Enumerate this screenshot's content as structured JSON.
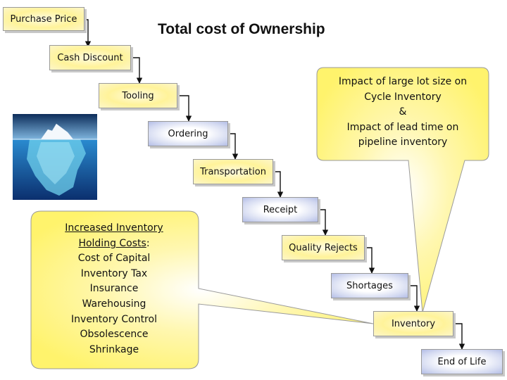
{
  "title": "Total cost of Ownership",
  "steps": {
    "purchase_price": "Purchase Price",
    "cash_discount": "Cash Discount",
    "tooling": "Tooling",
    "ordering": "Ordering",
    "transportation": "Transportation",
    "receipt": "Receipt",
    "quality_rejects": "Quality Rejects",
    "shortages": "Shortages",
    "inventory": "Inventory",
    "end_of_life": "End of Life"
  },
  "callout_right": {
    "lines": [
      "Impact of large lot size on",
      "Cycle Inventory",
      "&",
      "Impact of lead time on",
      "pipeline inventory"
    ]
  },
  "callout_left": {
    "heading_line1": "Increased Inventory",
    "heading_line2_u": "Holding Costs",
    "heading_line2_suffix": ":",
    "lines": [
      "Cost of Capital",
      "Inventory Tax",
      "Insurance",
      "Warehousing",
      "Inventory Control",
      "Obsolescence",
      "Shrinkage"
    ]
  },
  "colors": {
    "yellow": "#fff39a",
    "blue": "#b3bde6",
    "connector": "#111111",
    "ocean": "#1a5fa0",
    "sky": "#dbe9f5"
  },
  "image": {
    "icon": "iceberg-image"
  }
}
